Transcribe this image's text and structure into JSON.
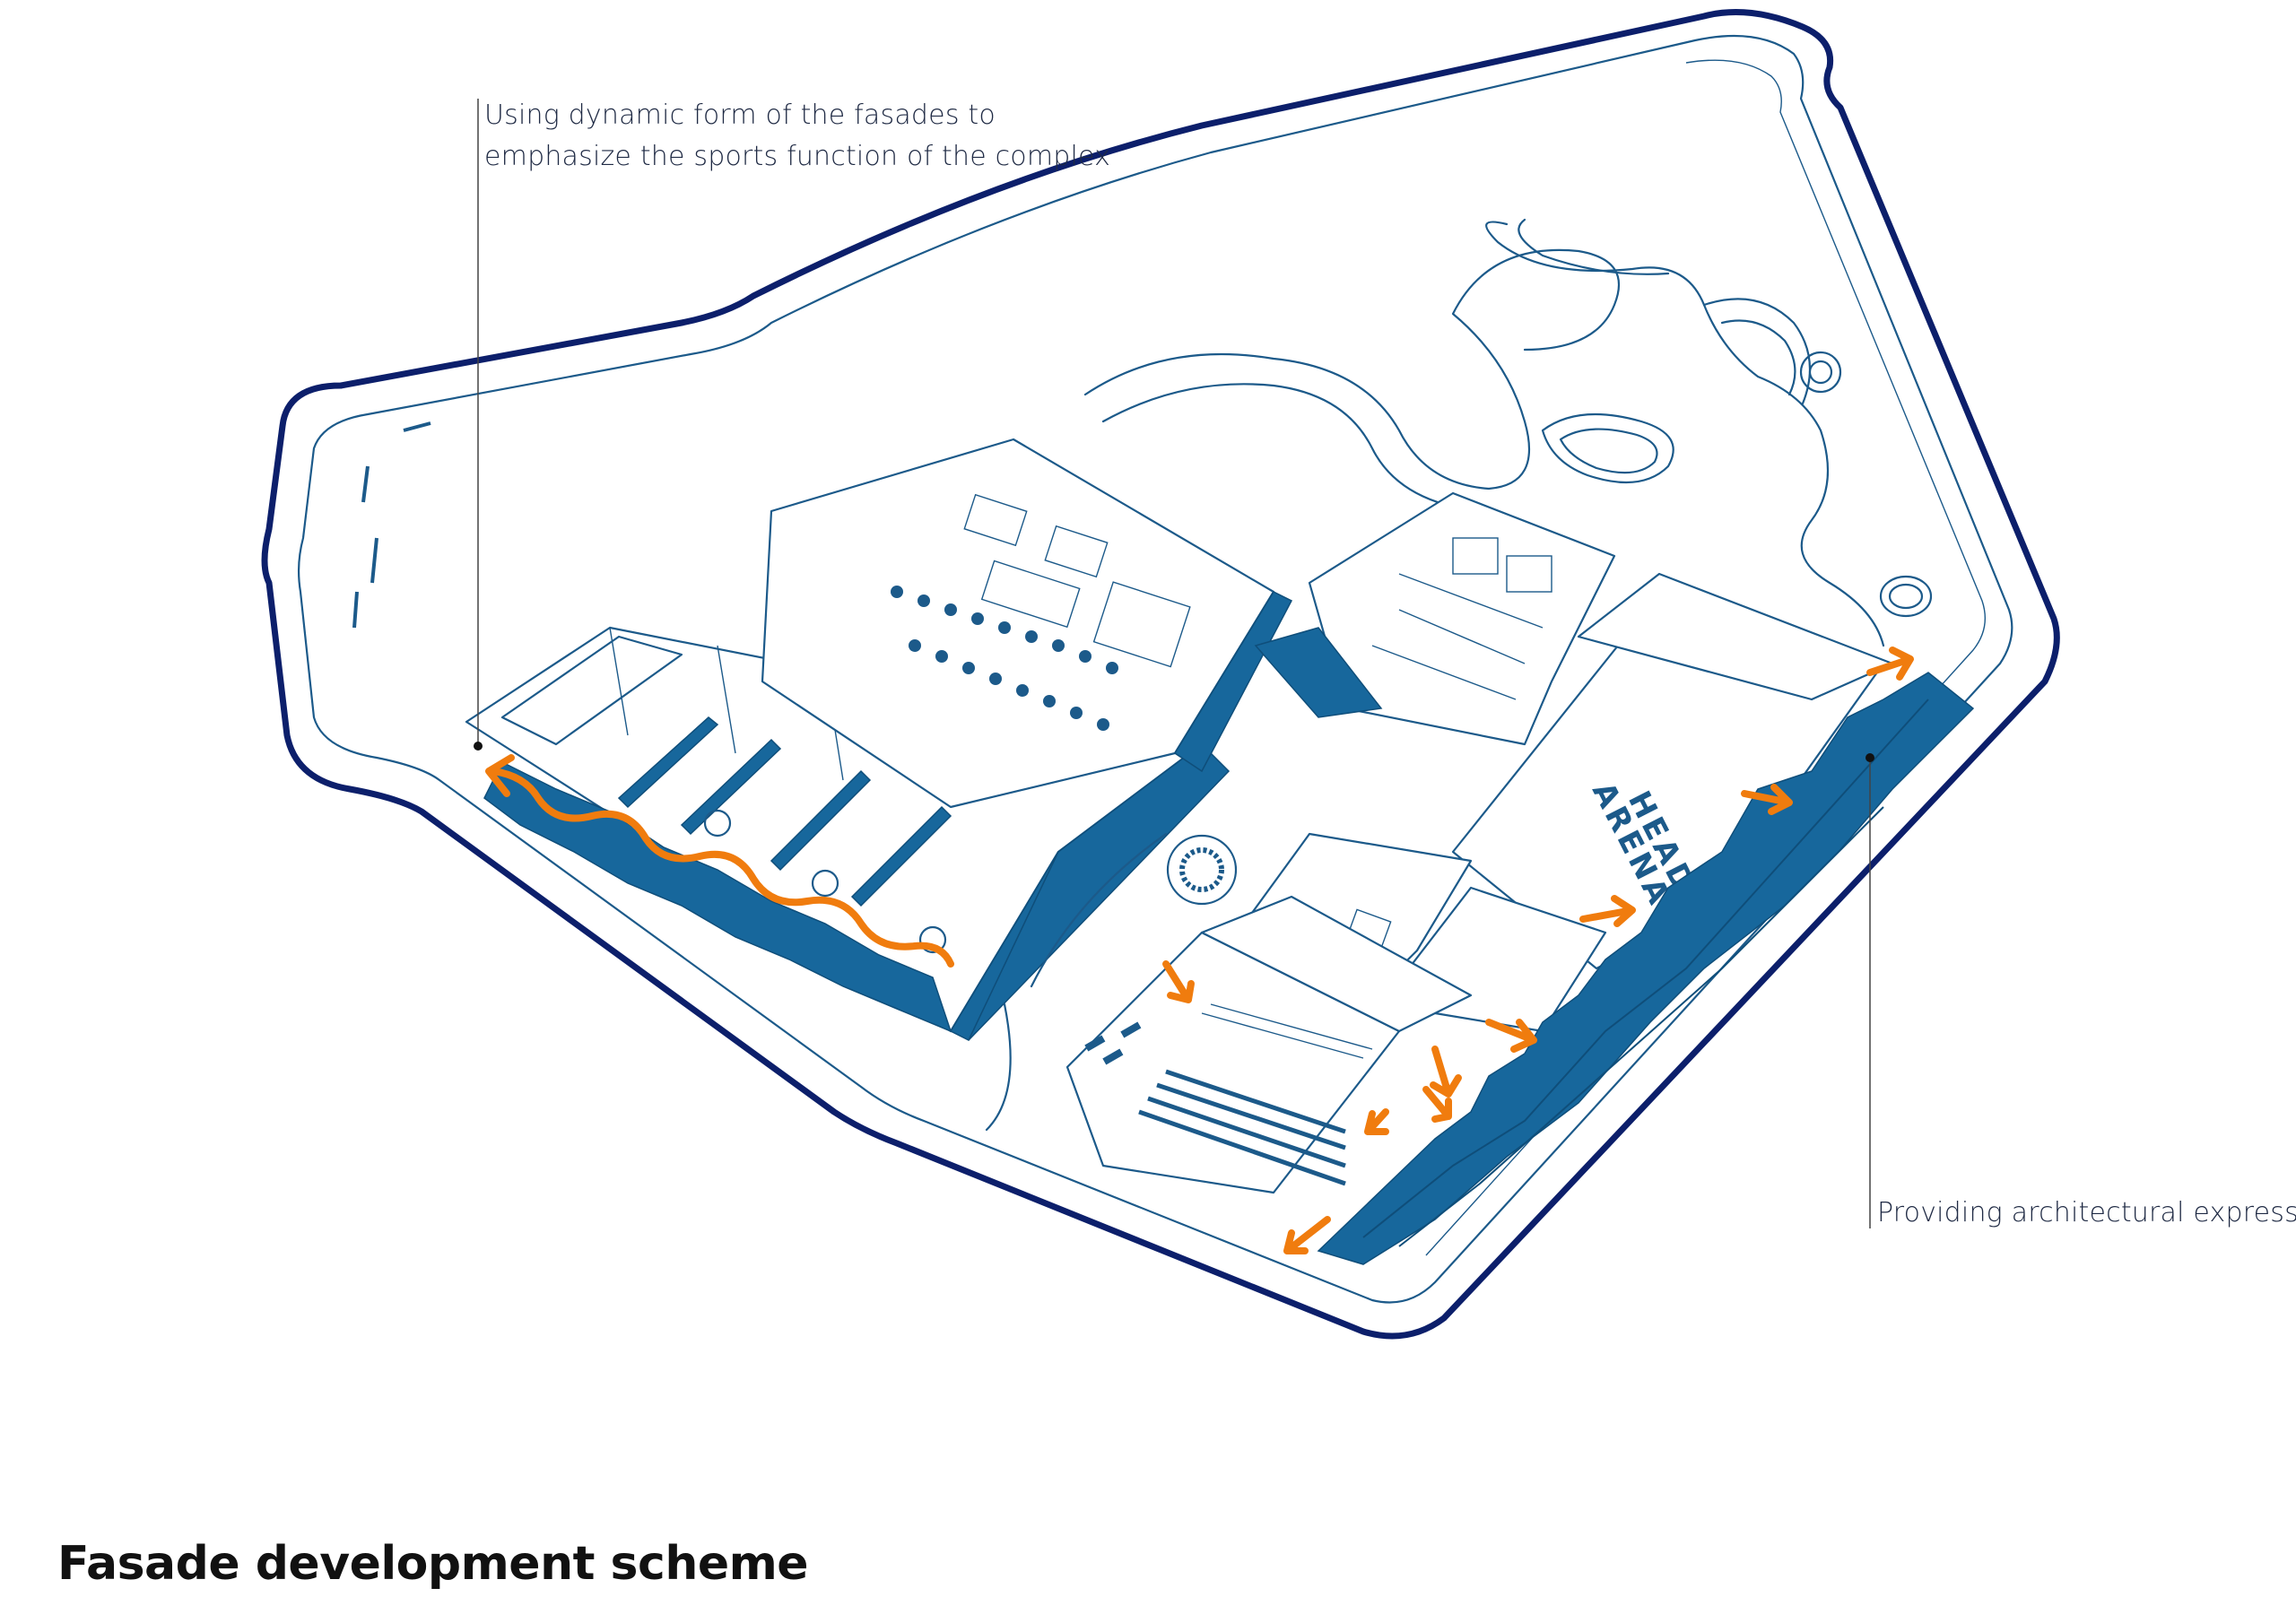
{
  "title": "Fasade development scheme",
  "annotations": {
    "left": {
      "lines": [
        "Using dynamic form of the fasades to",
        "emphasize the sports function of the complex"
      ]
    },
    "right": {
      "lines": [
        "Providing architectural expression"
      ]
    }
  },
  "building_signage": [
    "HEAD",
    "ARENA"
  ],
  "colors": {
    "site_boundary": "#0c1f6b",
    "line_work": "#1c5a8a",
    "facade_fill": "#17679c",
    "highlight_arrows": "#f07c0e",
    "text": "#1f2a44"
  }
}
